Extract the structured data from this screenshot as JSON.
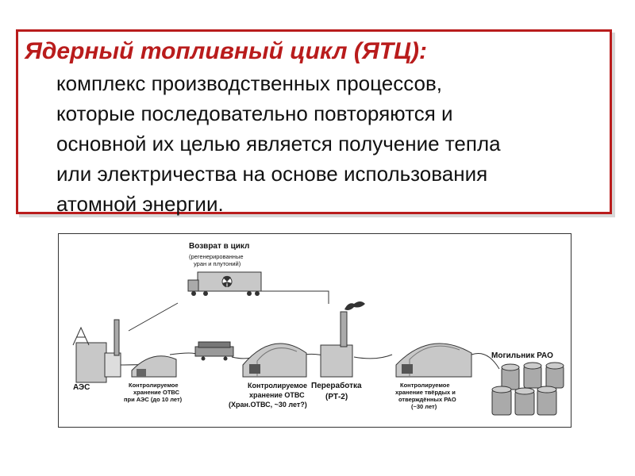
{
  "definition": {
    "title": "Ядерный топливный цикл (ЯТЦ):",
    "lines": [
      "комплекс производственных процессов,",
      "которые последовательно повторяются и",
      "основной их целью является получение тепла",
      "или электричества на основе использования",
      "атомной энергии."
    ]
  },
  "diagram": {
    "return_to_cycle": {
      "title": "Возврат в цикл",
      "subtitle_1": "(регенерированные",
      "subtitle_2": "уран и плутоний)"
    },
    "npp_label": "АЭС",
    "storage_at_npp": {
      "line_1": "Контролируемое",
      "line_2": "хранение ОТВС",
      "line_3": "при АЭС (до 10 лет)"
    },
    "storage_central": {
      "line_1": "Контролируемое",
      "line_2": "хранение ОТВС",
      "line_3": "(Хран.ОТВС, ~30 лет?)"
    },
    "reprocessing": {
      "line_1": "Переработка",
      "line_2": "(РТ-2)"
    },
    "storage_waste": {
      "line_1": "Контролируемое",
      "line_2": "хранение твёрдых и",
      "line_3": "отверждённых РАО",
      "line_4": "(~30 лет)"
    },
    "repository_label": "Могильник РАО",
    "colors": {
      "frame_red": "#b91c1c",
      "structure_fill": "#c8c8c8",
      "dark": "#333333"
    }
  }
}
